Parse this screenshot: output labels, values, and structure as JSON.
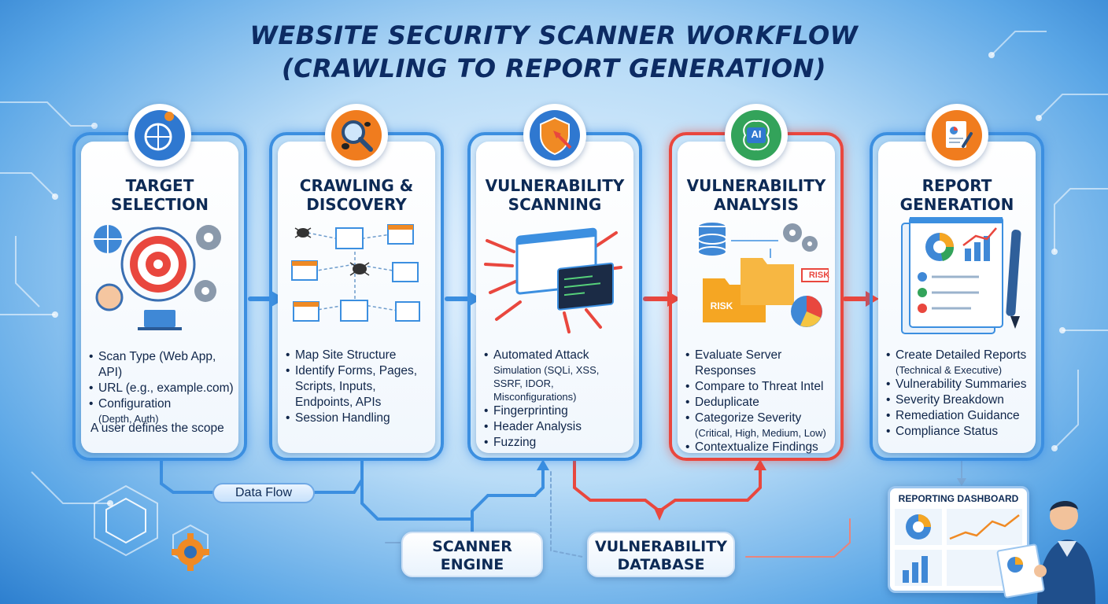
{
  "title": {
    "line1": "Website Security Scanner Workflow",
    "line2": "(Crawling to Report Generation)"
  },
  "stages": [
    {
      "title_l1": "Target",
      "title_l2": "Selection",
      "icon": "globe-location-icon",
      "bullets": [
        {
          "text": "Scan Type (Web App, API)"
        },
        {
          "text": "URL (e.g., example.com)"
        },
        {
          "text": "Configuration",
          "sub": "(Depth, Auth)"
        }
      ],
      "note": "A user defines the scope"
    },
    {
      "title_l1": "Crawling &",
      "title_l2": "Discovery",
      "icon": "magnifier-bugs-icon",
      "bullets": [
        {
          "text": "Map Site Structure"
        },
        {
          "text": "Identify Forms, Pages, Scripts, Inputs, Endpoints, APIs"
        },
        {
          "text": "Session Handling"
        }
      ]
    },
    {
      "title_l1": "Vulnerability",
      "title_l2": "Scanning",
      "icon": "shield-attack-icon",
      "bullets": [
        {
          "text": "Automated Attack",
          "sub": "Simulation (SQLi, XSS, SSRF, IDOR, Misconfigurations)"
        },
        {
          "text": "Fingerprinting"
        },
        {
          "text": "Header Analysis"
        },
        {
          "text": "Fuzzing"
        }
      ]
    },
    {
      "title_l1": "Vulnerability",
      "title_l2": "Analysis",
      "icon": "ai-brain-icon",
      "badge_text": "AI",
      "risk_label": "RISK",
      "bullets": [
        {
          "text": "Evaluate Server Responses"
        },
        {
          "text": "Compare to Threat Intel"
        },
        {
          "text": "Deduplicate"
        },
        {
          "text": "Categorize Severity",
          "sub": "(Critical, High, Medium, Low)"
        },
        {
          "text": "Contextualize Findings"
        }
      ]
    },
    {
      "title_l1": "Report",
      "title_l2": "Generation",
      "icon": "report-document-icon",
      "bullets": [
        {
          "text": "Create Detailed Reports",
          "sub": "(Technical & Executive)"
        },
        {
          "text": "Vulnerability Summaries"
        },
        {
          "text": "Severity Breakdown"
        },
        {
          "text": "Remediation Guidance"
        },
        {
          "text": "Compliance Status"
        }
      ]
    }
  ],
  "data_flow_label": "Data Flow",
  "scanner_engine": {
    "line1": "Scanner",
    "line2": "Engine"
  },
  "vuln_db": {
    "line1": "Vulnerability",
    "line2": "Database"
  },
  "dashboard_title": "Reporting Dashboard",
  "colors": {
    "blue": "#3c8fe0",
    "red": "#e9473e",
    "navy": "#0d2a55"
  }
}
